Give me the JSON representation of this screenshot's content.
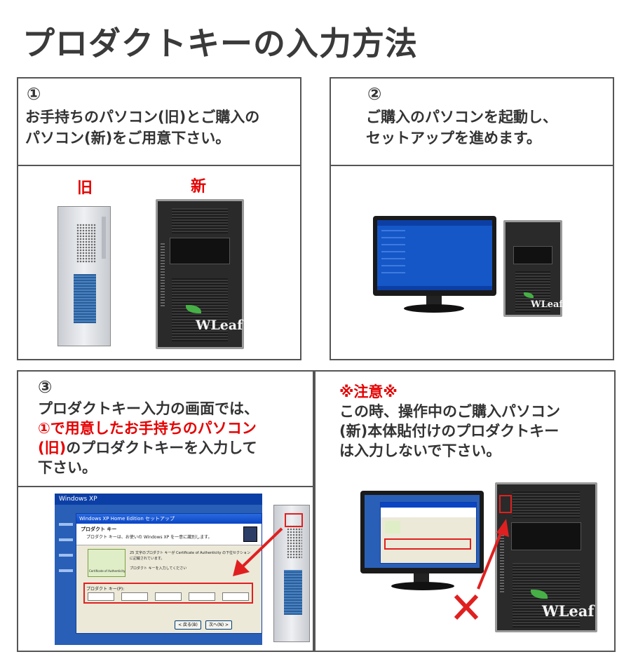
{
  "title": "プロダクトキーの入力方法",
  "panel1": {
    "number": "①",
    "line1": "お手持ちのパソコン(旧)とご購入の",
    "line2": "パソコン(新)をご用意下さい。",
    "label_old": "旧",
    "label_new": "新"
  },
  "panel2": {
    "number": "②",
    "line1": "ご購入のパソコンを起動し、",
    "line2": "セットアップを進めます。"
  },
  "panel3": {
    "number": "③",
    "line1": "プロダクトキー入力の画面では、",
    "line2_red": "①で用意したお手持ちのパソコン",
    "line3_red": "(旧)",
    "line3_rest": "のプロダクトキーを入力して",
    "line4": "下さい。"
  },
  "panel4": {
    "warning": "※注意※",
    "line1": "この時、操作中のご購入パソコン",
    "line2": "(新)本体貼付けのプロダクトキー",
    "line3": "は入力しないで下さい。"
  },
  "brand": {
    "logo_text": "WLeaf"
  },
  "xp_dialog": {
    "top_label": "Windows XP",
    "caption": "Windows XP Home Edition セットアップ",
    "heading": "プロダクト キー",
    "subheading": "プロダクト キーは、お使いの Windows XP を一意に識別します。",
    "body1": "25 文字のプロダクト キーが Certificate of Authenticity の下位セクション",
    "body2": "に記載されています。",
    "body3": "プロダクト キーを入力してください",
    "coa_label": "Certificate of Authenticity",
    "key_label": "プロダクト キー(P):",
    "back_button": "< 戻る(B)",
    "next_button": "次へ(N) >"
  },
  "colors": {
    "accent_red": "#e60000",
    "text": "#3a3a3a",
    "border": "#555555",
    "xp_blue": "#1557c7"
  }
}
